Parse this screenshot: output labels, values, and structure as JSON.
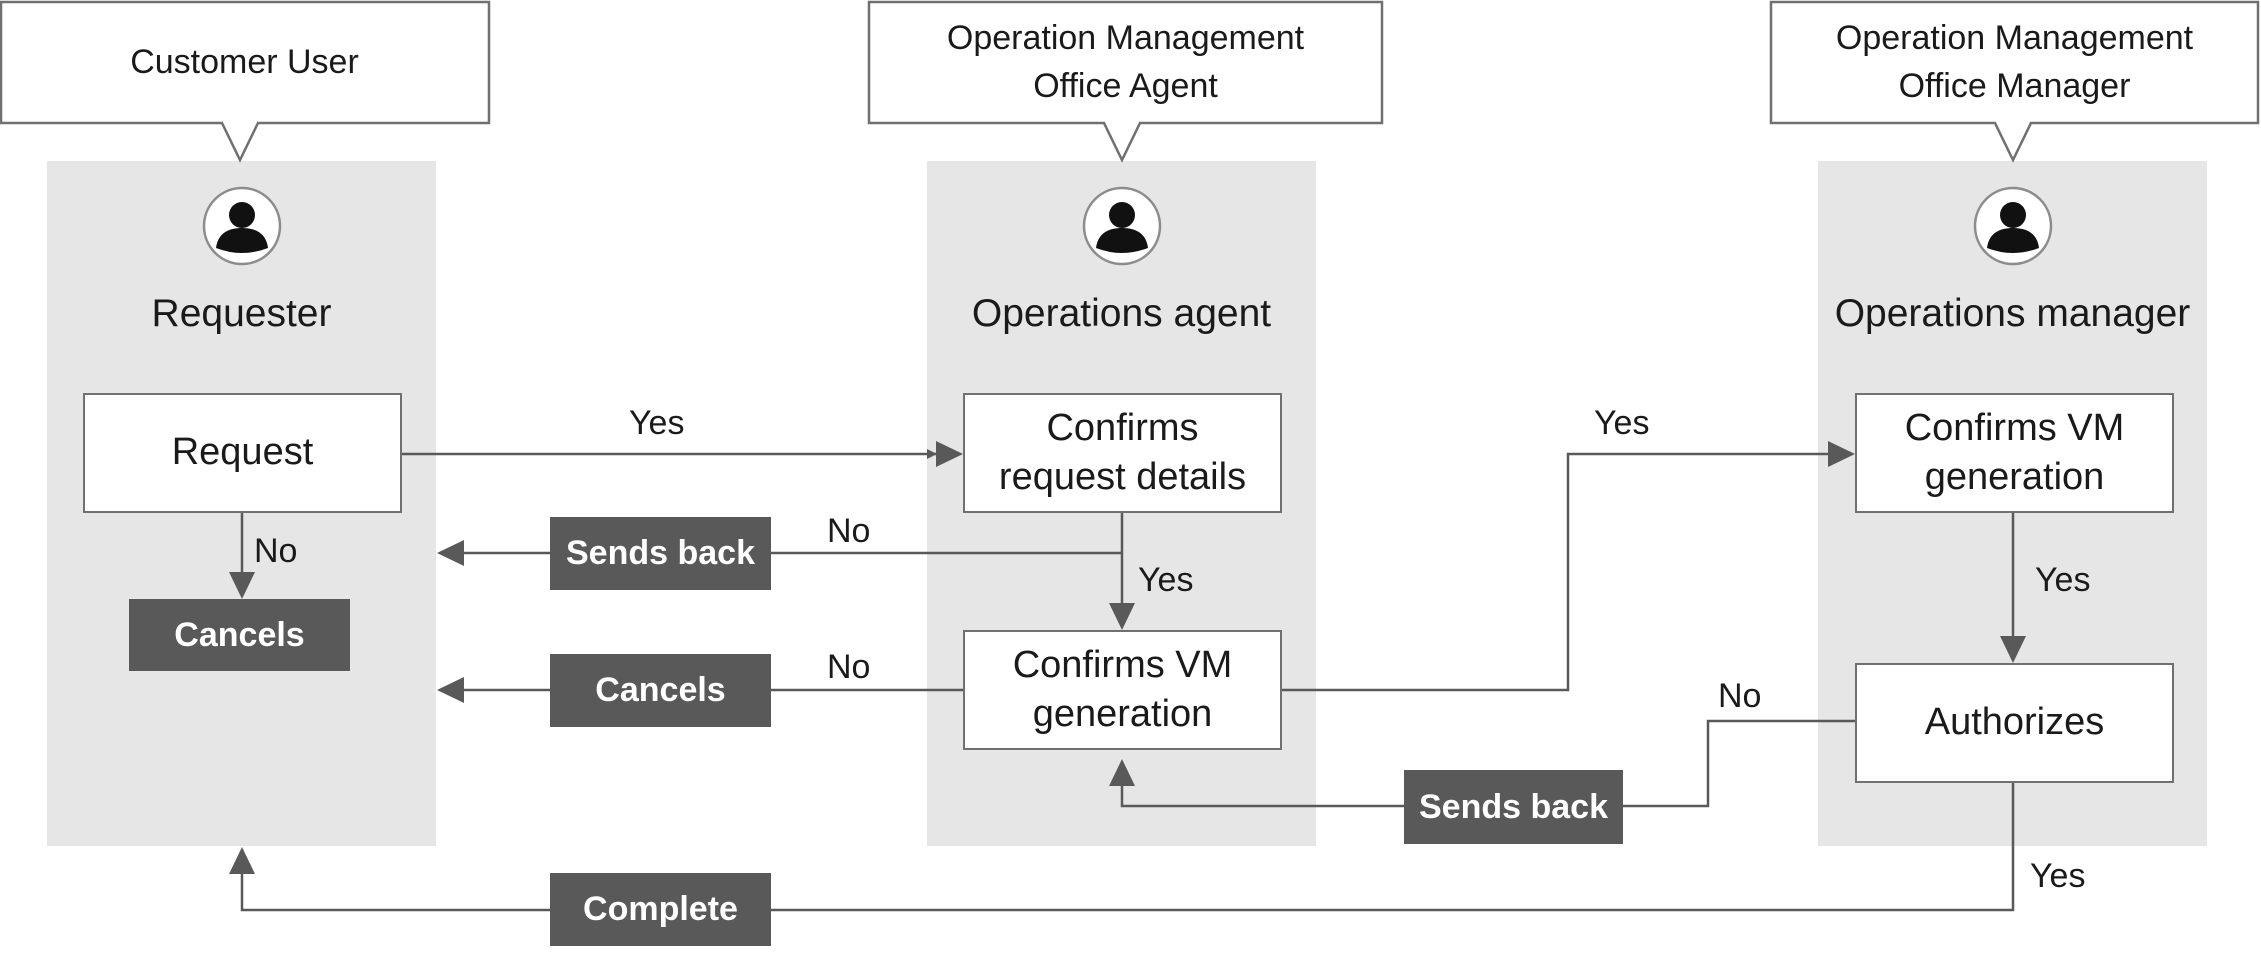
{
  "lanes": [
    {
      "callout": "Customer User",
      "role": "Requester",
      "avatar_icon": "user-icon"
    },
    {
      "callout": "Operation Management\nOffice Agent",
      "role": "Operations agent",
      "avatar_icon": "user-icon"
    },
    {
      "callout": "Operation Management\nOffice Manager",
      "role": "Operations manager",
      "avatar_icon": "user-icon"
    }
  ],
  "steps": {
    "request": "Request",
    "agent_confirm_details": "Confirms\nrequest details",
    "agent_confirm_vm": "Confirms VM\ngeneration",
    "manager_confirm_vm": "Confirms VM\ngeneration",
    "authorizes": "Authorizes"
  },
  "outcomes": {
    "requester_cancels": "Cancels",
    "agent_sends_back": "Sends back",
    "agent_cancels": "Cancels",
    "manager_sends_back": "Sends back",
    "complete": "Complete"
  },
  "edge_labels": {
    "request_yes": "Yes",
    "request_no": "No",
    "details_no": "No",
    "details_yes": "Yes",
    "agent_vm_no": "No",
    "agent_vm_yes": "Yes",
    "manager_vm_yes": "Yes",
    "authorize_no": "No",
    "authorize_yes": "Yes"
  },
  "colors": {
    "lane_background": "#e6e6e6",
    "box_border": "#707070",
    "arrow": "#595959",
    "outcome_fill": "#595959",
    "outcome_text": "#ffffff"
  }
}
